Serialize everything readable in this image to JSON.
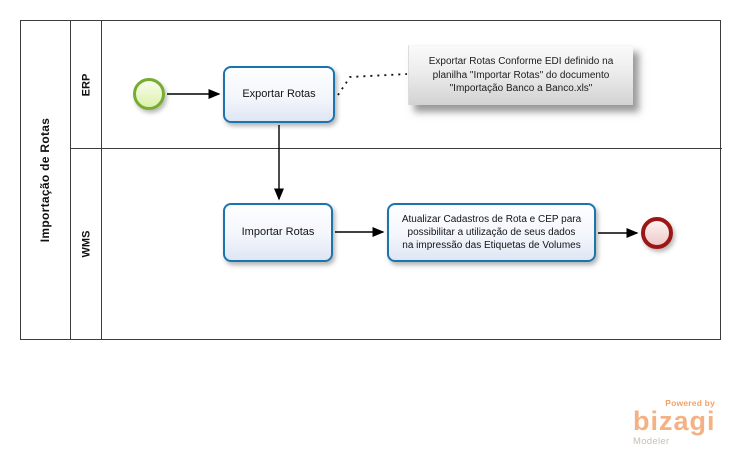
{
  "pool": {
    "title": "Importação de Rotas",
    "lanes": [
      {
        "label": "ERP"
      },
      {
        "label": "WMS"
      }
    ]
  },
  "process": {
    "tasks": [
      {
        "lines": [
          "Exportar Rotas"
        ]
      },
      {
        "lines": [
          "Importar Rotas"
        ]
      },
      {
        "lines": [
          "Atualizar Cadastros de Rota e CEP para",
          "possibilitar a utilização de seus dados",
          "na impressão das Etiquetas de Volumes"
        ]
      }
    ],
    "annotation": {
      "lines": [
        "Exportar Rotas Conforme EDI definido na",
        "planilha \"Importar Rotas\" do documento",
        "\"Importação Banco a Banco.xls\""
      ]
    }
  },
  "branding": {
    "powered_by": "Powered by",
    "logo_text": "bizagi",
    "product": "Modeler"
  },
  "colors": {
    "task_border": "#1c74ad",
    "start_event_border": "#77ab32",
    "end_event_border": "#9c1616",
    "logo_orange": "#f4b183"
  }
}
